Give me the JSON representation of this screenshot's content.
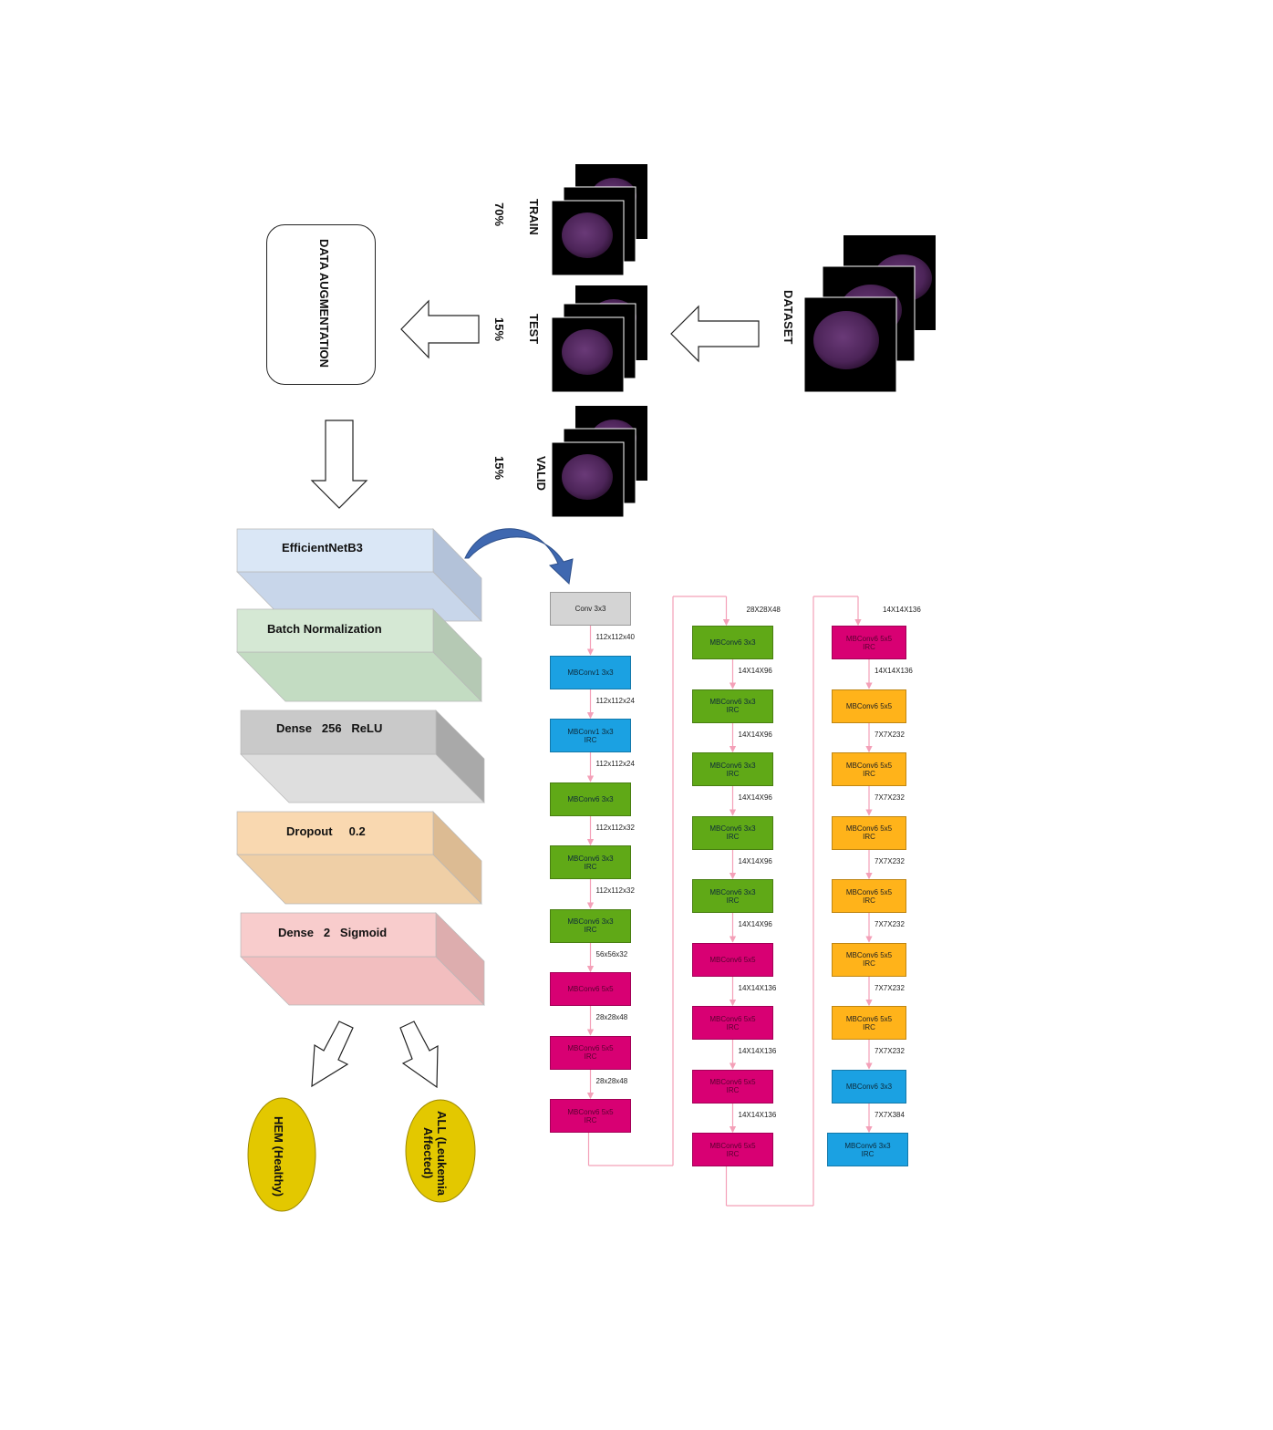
{
  "dataset": {
    "label": "DATASET",
    "splits": [
      {
        "name": "TRAIN",
        "percent": "70%"
      },
      {
        "name": "TEST",
        "percent": "15%"
      },
      {
        "name": "VALID",
        "percent": "15%"
      }
    ]
  },
  "augmentation": {
    "label": "DATA AUGMENTATION"
  },
  "layers": [
    {
      "label": "EfficientNetB3",
      "front": "#dae7f6",
      "top": "#c8d6ea",
      "side": "#b3c2d9"
    },
    {
      "label": "Batch Normalization",
      "front": "#d5e8d4",
      "top": "#c3dcc2",
      "side": "#b5c9b4"
    },
    {
      "label": "Dense   256   ReLU",
      "front": "#c9c9c9",
      "top": "#dedede",
      "side": "#a9a9a9"
    },
    {
      "label": "Dropout     0.2",
      "front": "#f9d8b0",
      "top": "#efcfa6",
      "side": "#dcbb93"
    },
    {
      "label": "Dense   2   Sigmoid",
      "front": "#f8cccc",
      "top": "#f2bebf",
      "side": "#ddadae"
    }
  ],
  "outputs": [
    {
      "label": "HEM (Healthy)"
    },
    {
      "label": "ALL (Leukemia Affected)"
    }
  ],
  "colors": {
    "gray": "#d4d4d4",
    "blue": "#1ba1e2",
    "green": "#60a917",
    "magenta": "#d80073",
    "amber": "#ffb31a",
    "connector": "#f4a0b8",
    "ellipse": "#e3c800"
  },
  "network": {
    "columns": [
      {
        "top_dim": "",
        "blocks": [
          {
            "label": "Conv 3x3",
            "color": "gray"
          },
          {
            "label": "MBConv1 3x3",
            "color": "blue"
          },
          {
            "label": "MBConv1 3x3\nIRC",
            "color": "blue"
          },
          {
            "label": "MBConv6 3x3",
            "color": "green"
          },
          {
            "label": "MBConv6 3x3\nIRC",
            "color": "green"
          },
          {
            "label": "MBConv6 3x3\nIRC",
            "color": "green"
          },
          {
            "label": "MBConv6 5x5",
            "color": "magenta"
          },
          {
            "label": "MBConv6 5x5\nIRC",
            "color": "magenta"
          },
          {
            "label": "MBConv6 5x5\nIRC",
            "color": "magenta"
          }
        ],
        "dims": [
          "112x112x40",
          "112x112x24",
          "112x112x24",
          "112x112x32",
          "112x112x32",
          "56x56x32",
          "28x28x48",
          "28x28x48"
        ]
      },
      {
        "top_dim": "28X28X48",
        "blocks": [
          {
            "label": "MBConv6 3x3",
            "color": "green"
          },
          {
            "label": "MBConv6 3x3\nIRC",
            "color": "green"
          },
          {
            "label": "MBConv6 3x3\nIRC",
            "color": "green"
          },
          {
            "label": "MBConv6 3x3\nIRC",
            "color": "green"
          },
          {
            "label": "MBConv6 3x3\nIRC",
            "color": "green"
          },
          {
            "label": "MBConv6 5x5",
            "color": "magenta"
          },
          {
            "label": "MBConv6 5x5\nIRC",
            "color": "magenta"
          },
          {
            "label": "MBConv6 5x5\nIRC",
            "color": "magenta"
          },
          {
            "label": "MBConv6 5x5\nIRC",
            "color": "magenta"
          }
        ],
        "dims": [
          "14X14X96",
          "14X14X96",
          "14X14X96",
          "14X14X96",
          "14X14X96",
          "14X14X136",
          "14X14X136",
          "14X14X136"
        ]
      },
      {
        "top_dim": "14X14X136",
        "blocks": [
          {
            "label": "MBConv6 5x5\nIRC",
            "color": "magenta"
          },
          {
            "label": "MBConv6 5x5",
            "color": "amber"
          },
          {
            "label": "MBConv6 5x5\nIRC",
            "color": "amber"
          },
          {
            "label": "MBConv6 5x5\nIRC",
            "color": "amber"
          },
          {
            "label": "MBConv6 5x5\nIRC",
            "color": "amber"
          },
          {
            "label": "MBConv6 5x5\nIRC",
            "color": "amber"
          },
          {
            "label": "MBConv6 5x5\nIRC",
            "color": "amber"
          },
          {
            "label": "MBConv6 3x3",
            "color": "blue"
          },
          {
            "label": "MBConv6 3x3\nIRC",
            "color": "blue"
          }
        ],
        "dims": [
          "14X14X136",
          "7X7X232",
          "7X7X232",
          "7X7X232",
          "7X7X232",
          "7X7X232",
          "7X7X232",
          "7X7X384"
        ]
      }
    ]
  }
}
